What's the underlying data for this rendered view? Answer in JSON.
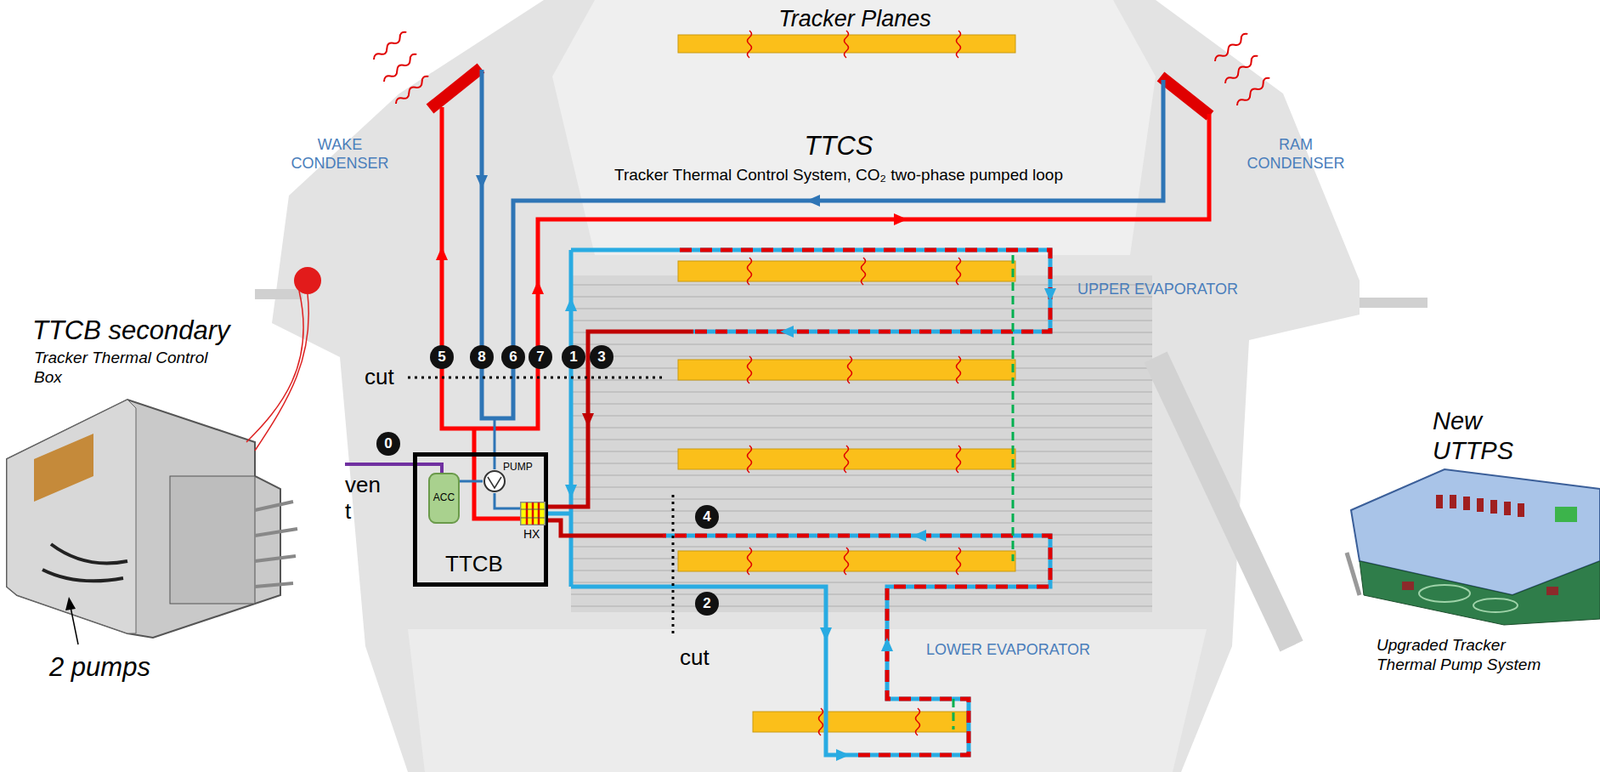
{
  "diagram": {
    "nodes": [
      {
        "text": [
          "TTCB"
        ]
      },
      {
        "text": [
          "ACC"
        ],
        "in": 0
      },
      {
        "text": [
          "PUMP"
        ],
        "in": 0
      },
      {
        "text": [
          "HX"
        ],
        "in": 0
      }
    ],
    "edges": [
      {
        "from": 1,
        "to": 2,
        "arrow": "none"
      },
      {
        "from": 2,
        "to": 3,
        "arrow": "none"
      }
    ],
    "labels": [
      "Tracker Planes",
      "TTCS",
      "Tracker Thermal Control System, CO₂ two-phase pumped loop",
      "WAKE CONDENSER",
      "RAM CONDENSER",
      "UPPER EVAPORATOR",
      "LOWER EVAPORATOR",
      "5",
      "8",
      "6",
      "7",
      "1",
      "3",
      "0",
      "4",
      "2",
      "cut",
      "cut",
      "vent",
      "TTCB secondary",
      "Tracker Thermal Control Box",
      "2 pumps",
      "New UTTPS",
      "Upgraded Tracker Thermal Pump System"
    ]
  }
}
